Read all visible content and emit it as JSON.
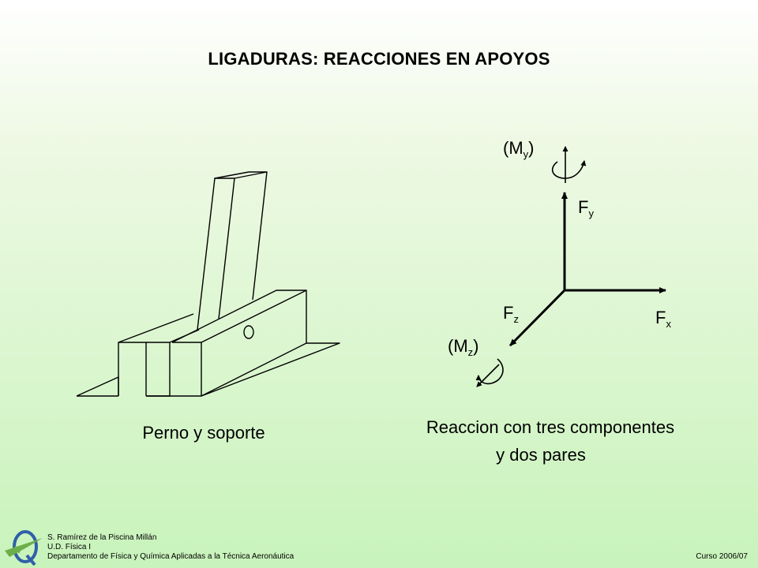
{
  "title": "LIGADURAS: REACCIONES EN APOYOS",
  "left_figure": {
    "caption": "Perno y soporte",
    "hole_label": "O"
  },
  "right_figure": {
    "caption_line1": "Reaccion con tres componentes",
    "caption_line2": "y dos pares",
    "labels": {
      "my_open": "(M",
      "my_sub": "y",
      "my_close": ")",
      "fy_main": "F",
      "fy_sub": "y",
      "fx_main": "F",
      "fx_sub": "x",
      "fz_main": "F",
      "fz_sub": "z",
      "mz_open": "(M",
      "mz_sub": "z",
      "mz_close": ")"
    }
  },
  "footer": {
    "author": "S. Ramírez de la Piscina Millán",
    "unit": "U.D. Física I",
    "department": "Departamento de Física y Química Aplicadas a la Técnica Aeronáutica",
    "course": "Curso 2006/07"
  },
  "colors": {
    "background_top": "#ffffff",
    "background_bottom": "#c8f3bb",
    "ink": "#000000",
    "logo_green": "#6cae4a",
    "logo_blue": "#2f5fa8"
  },
  "icons": {
    "logo": "university-aeronautics-logo"
  }
}
